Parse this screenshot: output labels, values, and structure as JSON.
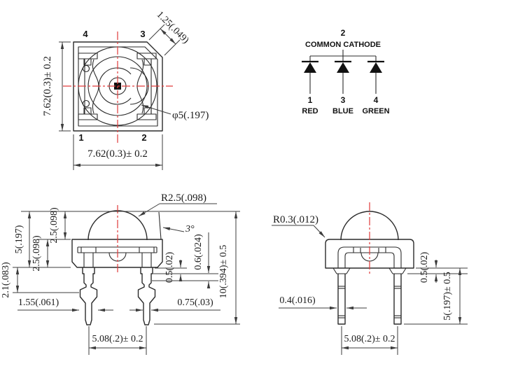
{
  "drawing": {
    "top_view": {
      "pin1": "1",
      "pin2": "2",
      "pin3": "3",
      "pin4": "4",
      "dim_height": "7.62(0.3)± 0.2",
      "dim_width": "7.62(0.3)± 0.2",
      "dim_chamfer": "1.25(.049)",
      "dim_lens_dia": "φ5(.197)"
    },
    "schematic": {
      "top_pin": "2",
      "title": "COMMON CATHODE",
      "pins": [
        {
          "num": "1",
          "color": "RED"
        },
        {
          "num": "3",
          "color": "BLUE"
        },
        {
          "num": "4",
          "color": "GREEN"
        }
      ]
    },
    "front_view": {
      "dim_dome_radius": "R2.5(.098)",
      "dim_draft_angle": "3°",
      "dim_total_height": "5(.197)",
      "dim_dome_height": "2.5(.098)",
      "dim_body_height": "2.5(.098)",
      "dim_shoulder": "2.1(.083)",
      "dim_lead_wide": "1.55(.061)",
      "dim_standoff": "0.5(.02)",
      "dim_notch": "0.6(.024)",
      "dim_lead_length": "10(.394)± 0.5",
      "dim_lead_tip": "0.75(.03)",
      "dim_pitch": "5.08(.2)± 0.2"
    },
    "side_view": {
      "dim_corner_radius": "R0.3(.012)",
      "dim_lead_thickness": "0.4(.016)",
      "dim_standoff": "0.5(.02)",
      "dim_lead_length": "5(.197)± 0.5",
      "dim_pitch": "5.08(.2)± 0.2"
    },
    "colors": {
      "centerline": "#e03a3a",
      "outline": "#2b2b2b",
      "text": "#1a1a1a",
      "background": "#ffffff"
    }
  }
}
